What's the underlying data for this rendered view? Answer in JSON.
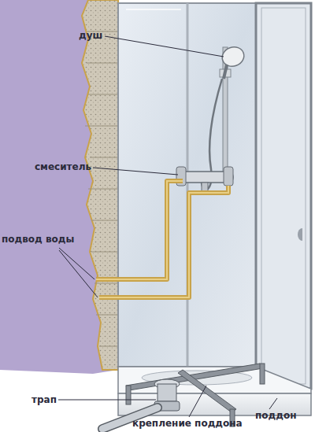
{
  "diagram": {
    "labels": [
      "душ",
      "смеситель",
      "подвод воды",
      "трап",
      "крепление поддона",
      "поддон"
    ]
  }
}
